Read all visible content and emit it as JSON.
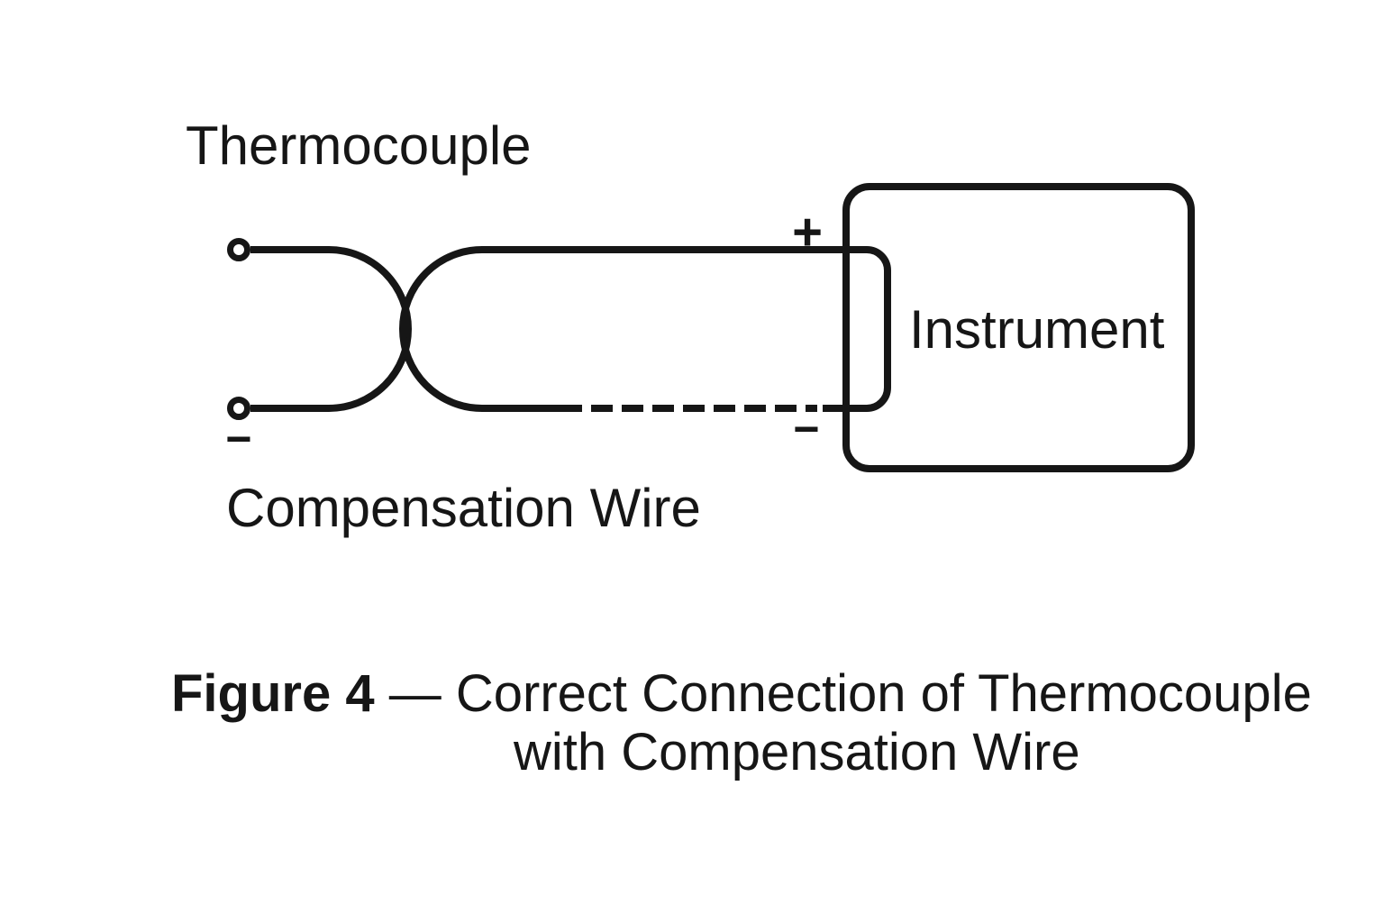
{
  "diagram": {
    "labels": {
      "thermocouple": "Thermocouple",
      "compensation_wire": "Compensation Wire",
      "instrument": "Instrument",
      "polarity_plus": "+",
      "polarity_minus_instrument": "−",
      "polarity_minus_terminal": "−"
    },
    "line_color": "#161616",
    "background_color": "#ffffff",
    "wire_styles": {
      "thermocouple_leads": "solid",
      "compensation_positive_leg": "solid",
      "compensation_negative_leg": "dashed"
    }
  },
  "caption": {
    "figure_label": "Figure 4",
    "separator": "—",
    "title_line1": "Correct Connection of Thermocouple",
    "title_line2": "with Compensation Wire"
  }
}
